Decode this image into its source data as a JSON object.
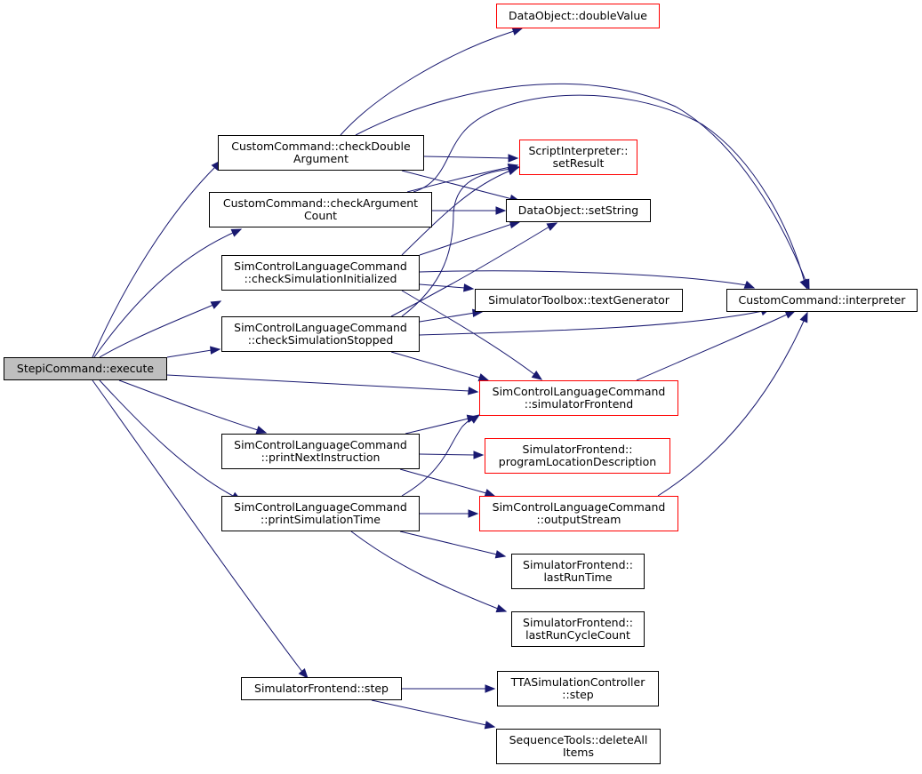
{
  "diagram": {
    "edge_color": "#191970",
    "root_fill": "#bfbfbf",
    "incomplete_border": "#ff0000",
    "nodes": {
      "root": [
        "StepiCommand::execute"
      ],
      "checkDouble": [
        "CustomCommand::checkDouble",
        "Argument"
      ],
      "checkArg": [
        "CustomCommand::checkArgument",
        "Count"
      ],
      "checkInit": [
        "SimControlLanguageCommand",
        "::checkSimulationInitialized"
      ],
      "checkStopped": [
        "SimControlLanguageCommand",
        "::checkSimulationStopped"
      ],
      "printNext": [
        "SimControlLanguageCommand",
        "::printNextInstruction"
      ],
      "printTime": [
        "SimControlLanguageCommand",
        "::printSimulationTime"
      ],
      "step": [
        "SimulatorFrontend::step"
      ],
      "doubleValue": [
        "DataObject::doubleValue"
      ],
      "setResult": [
        "ScriptInterpreter::",
        "setResult"
      ],
      "setString": [
        "DataObject::setString"
      ],
      "textGen": [
        "SimulatorToolbox::textGenerator"
      ],
      "interpreter": [
        "CustomCommand::interpreter"
      ],
      "simFrontend": [
        "SimControlLanguageCommand",
        "::simulatorFrontend"
      ],
      "progLoc": [
        "SimulatorFrontend::",
        "programLocationDescription"
      ],
      "outputStream": [
        "SimControlLanguageCommand",
        "::outputStream"
      ],
      "lastRunTime": [
        "SimulatorFrontend::",
        "lastRunTime"
      ],
      "lastRunCycle": [
        "SimulatorFrontend::",
        "lastRunCycleCount"
      ],
      "ttaStep": [
        "TTASimulationController",
        "::step"
      ],
      "deleteAll": [
        "SequenceTools::deleteAll",
        "Items"
      ]
    }
  }
}
